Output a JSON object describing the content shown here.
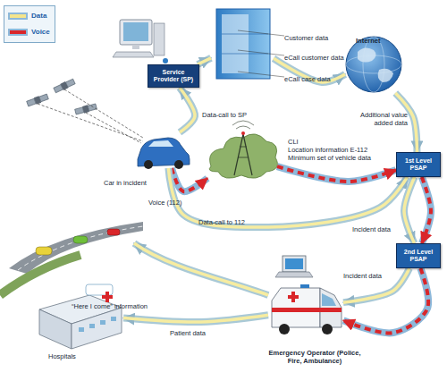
{
  "diagram": {
    "nodes": [
      {
        "text": [
          "Service Provider (SP)"
        ]
      },
      {
        "text": [
          "Customer data",
          "eCall customer data",
          "eCall case data"
        ]
      },
      {
        "text": [
          "Internet"
        ]
      },
      {
        "text": [
          "Car in incident"
        ]
      },
      {
        "text": [
          "CLI",
          "Location information E-112",
          "Minimum set of vehicle data"
        ]
      },
      {
        "text": [
          "1st Level PSAP"
        ]
      },
      {
        "text": [
          "2nd Level PSAP"
        ]
      },
      {
        "text": [
          "Hospitals"
        ]
      },
      {
        "text": [
          "Emergency Operator (Police, Fire, Ambulance)"
        ]
      }
    ],
    "edges": [
      {
        "from": 3,
        "to": 0,
        "label": "Data-call to SP",
        "arrow": "to"
      },
      {
        "from": 0,
        "to": 1,
        "arrow": "to"
      },
      {
        "from": 1,
        "to": 2,
        "arrow": "to"
      },
      {
        "from": 2,
        "to": 5,
        "label": "Additional value added data",
        "arrow": "to"
      },
      {
        "from": 3,
        "to": 4,
        "label": "Voice (112)",
        "arrow": "to"
      },
      {
        "from": 4,
        "to": 5,
        "arrow": "to"
      },
      {
        "from": 3,
        "to": 5,
        "label": "Data-call to 112",
        "arrow": "to"
      },
      {
        "from": 5,
        "to": 6,
        "label": "Incident data",
        "arrow": "to"
      },
      {
        "from": 5,
        "to": 6,
        "arrow": "to"
      },
      {
        "from": 6,
        "to": 8,
        "label": "Incident data",
        "arrow": "to"
      },
      {
        "from": 6,
        "to": 8,
        "arrow": "to"
      },
      {
        "from": 8,
        "to": 7,
        "label": "Patient data",
        "arrow": "to"
      }
    ],
    "labels": [
      "“Here I come” information"
    ],
    "legend": [
      {
        "text": "Data",
        "color": "#f4e48c"
      },
      {
        "text": "Voice",
        "color": "#d9262a"
      }
    ]
  }
}
